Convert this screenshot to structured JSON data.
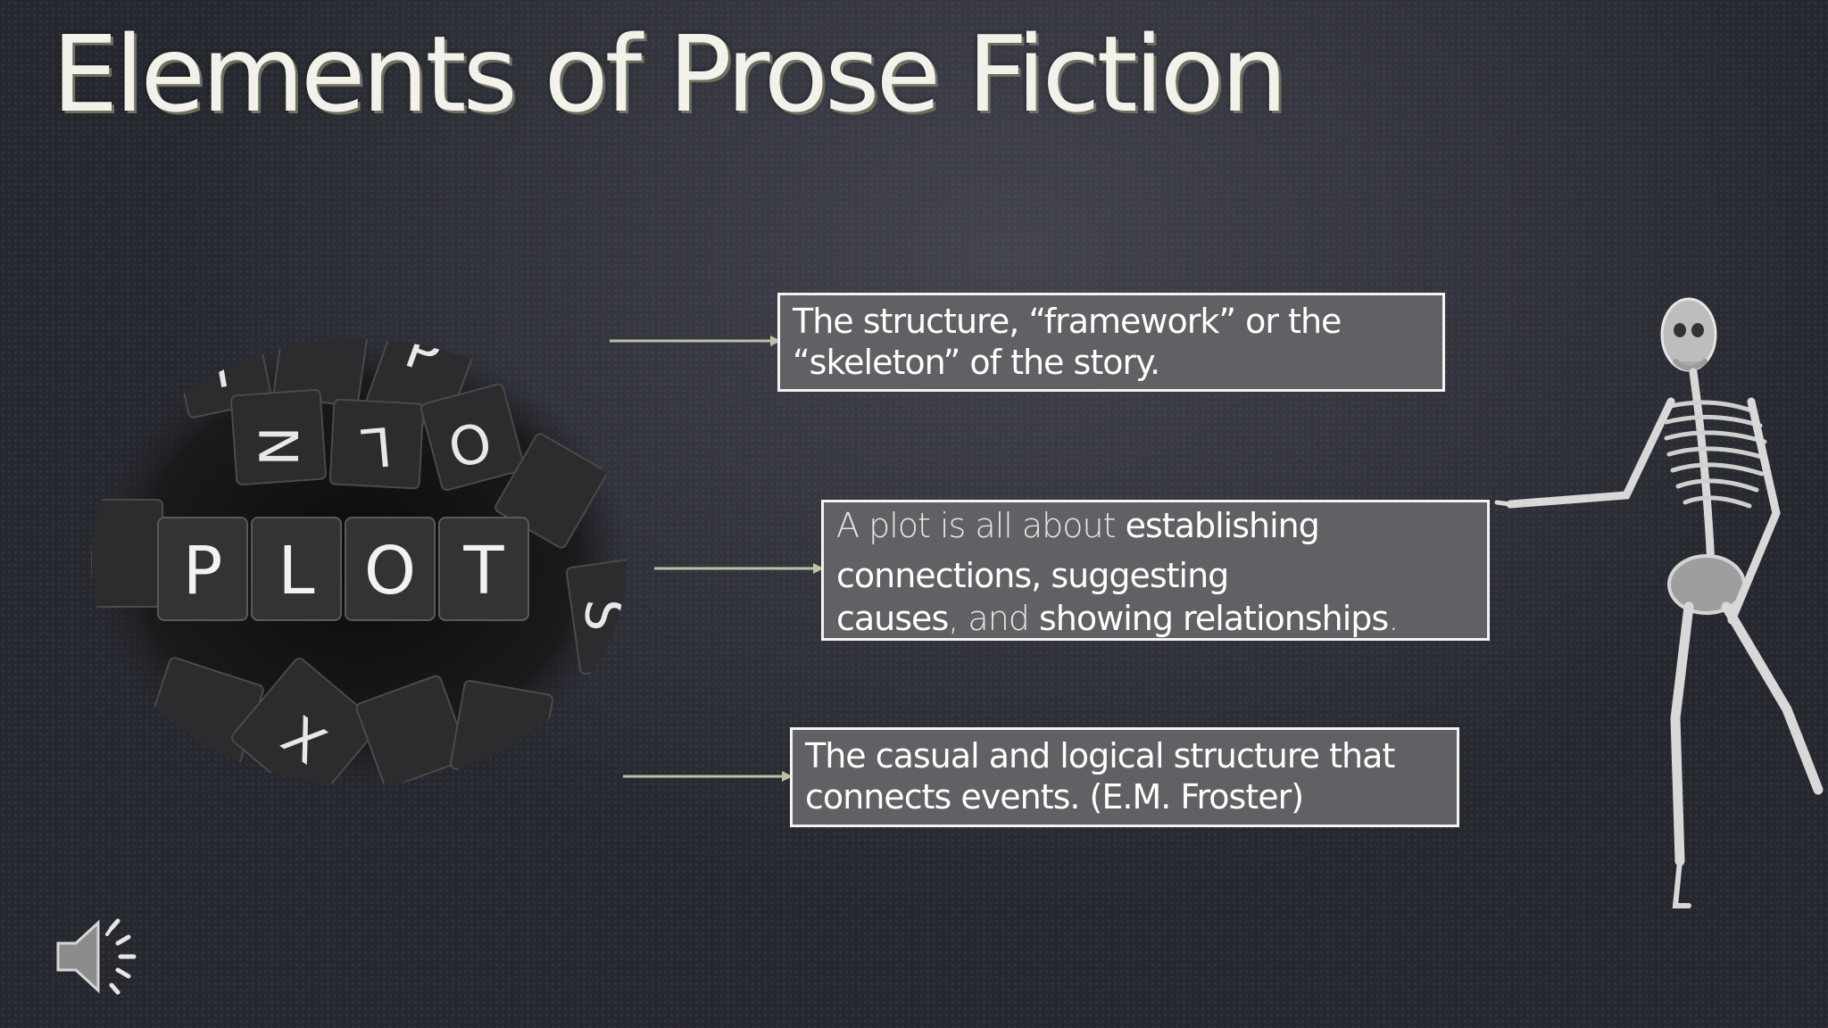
{
  "slide": {
    "title": "Elements of Prose Fiction"
  },
  "image": {
    "tiles_row": [
      "P",
      "L",
      "O",
      "T"
    ],
    "tiles_scattered": [
      "J",
      "N",
      "L",
      "O",
      "X",
      "S",
      "P"
    ]
  },
  "callouts": [
    {
      "line1": "The structure, “framework” or the",
      "line2": "“skeleton” of the story."
    },
    {
      "p1_light": "A plot is all about ",
      "p1_bold": "establishing",
      "p2": "connections, suggesting",
      "p3_a": "causes",
      "p3_b": ", and ",
      "p3_c": "showing relationships",
      "p3_d": "."
    },
    {
      "line1": "The casual and logical structure that",
      "line2": "connects events. (E.M. Froster)"
    }
  ],
  "colors": {
    "background": "#26282f",
    "callout_fill": "#616165",
    "callout_border": "#f4f4f4",
    "arrow": "#b8c2a4",
    "title": "#f2f1ea"
  },
  "icons": {
    "audio": "speaker-icon",
    "figure": "skeleton-figure"
  }
}
